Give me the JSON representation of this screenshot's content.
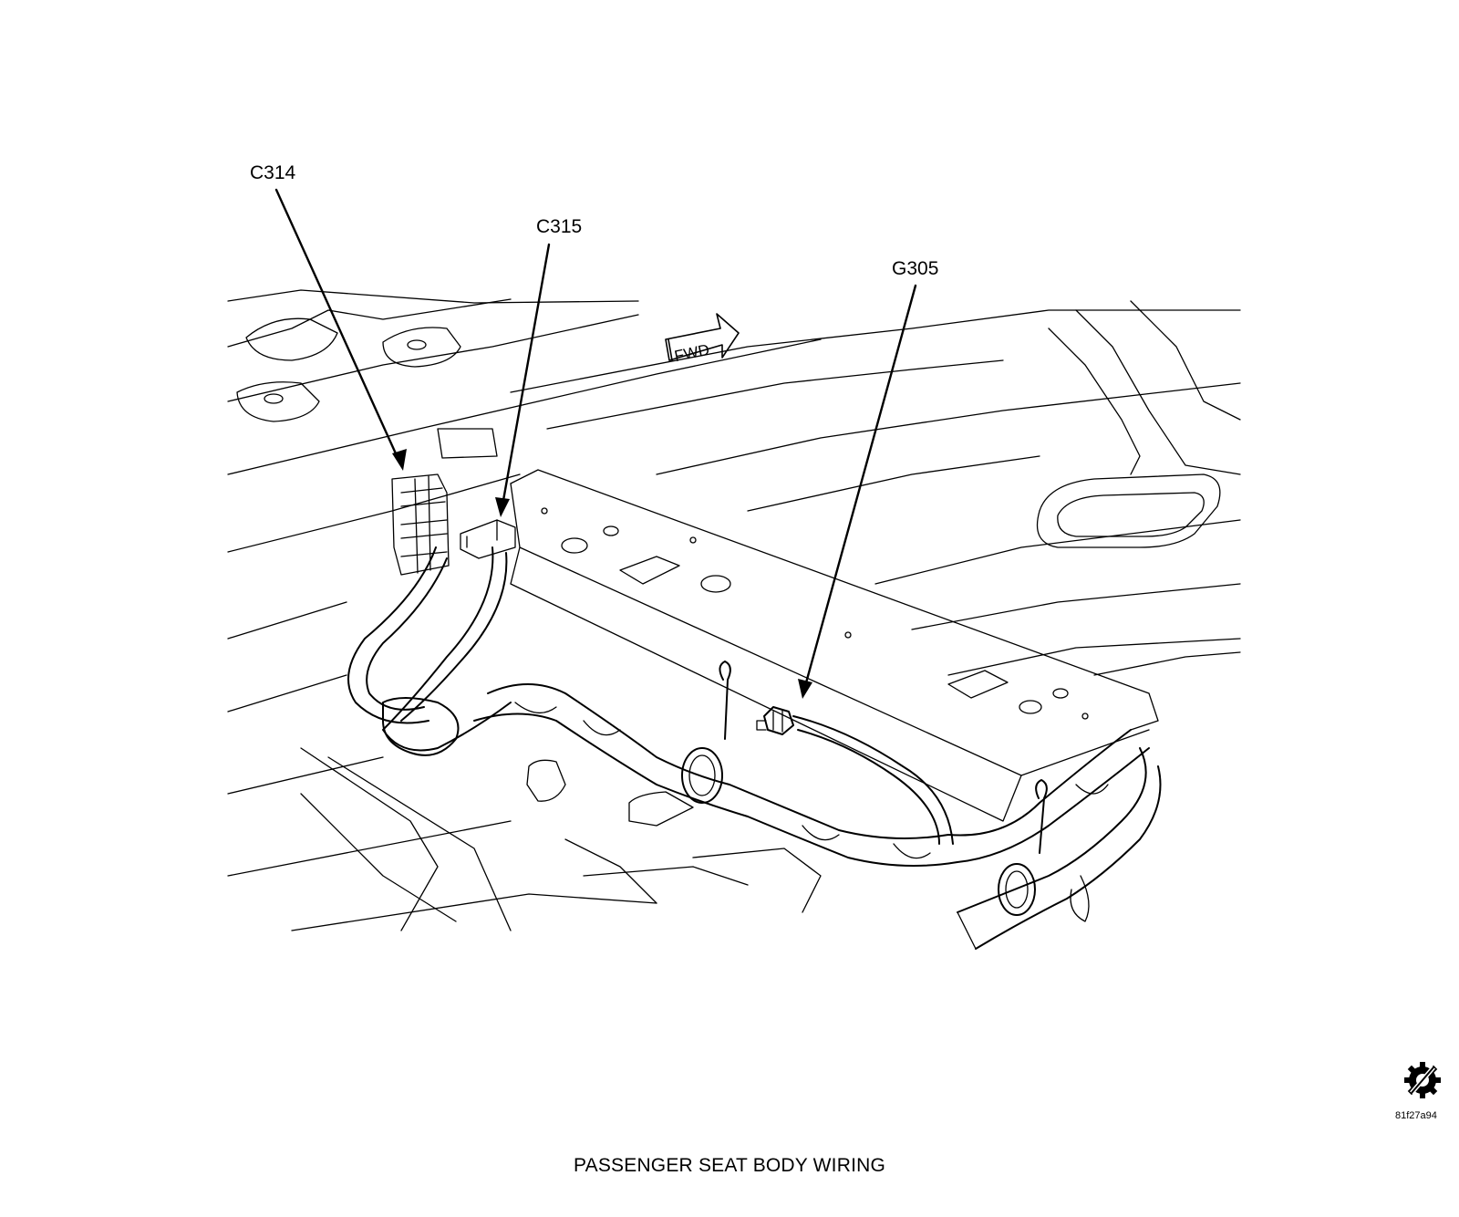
{
  "diagram": {
    "callouts": [
      {
        "id": "c314",
        "text": "C314"
      },
      {
        "id": "c315",
        "text": "C315"
      },
      {
        "id": "g305",
        "text": "G305"
      }
    ],
    "direction_marker": "FWD",
    "caption": "PASSENGER SEAT BODY WIRING",
    "figure_id": "81f27a94",
    "icon": "gear-slash-icon"
  }
}
